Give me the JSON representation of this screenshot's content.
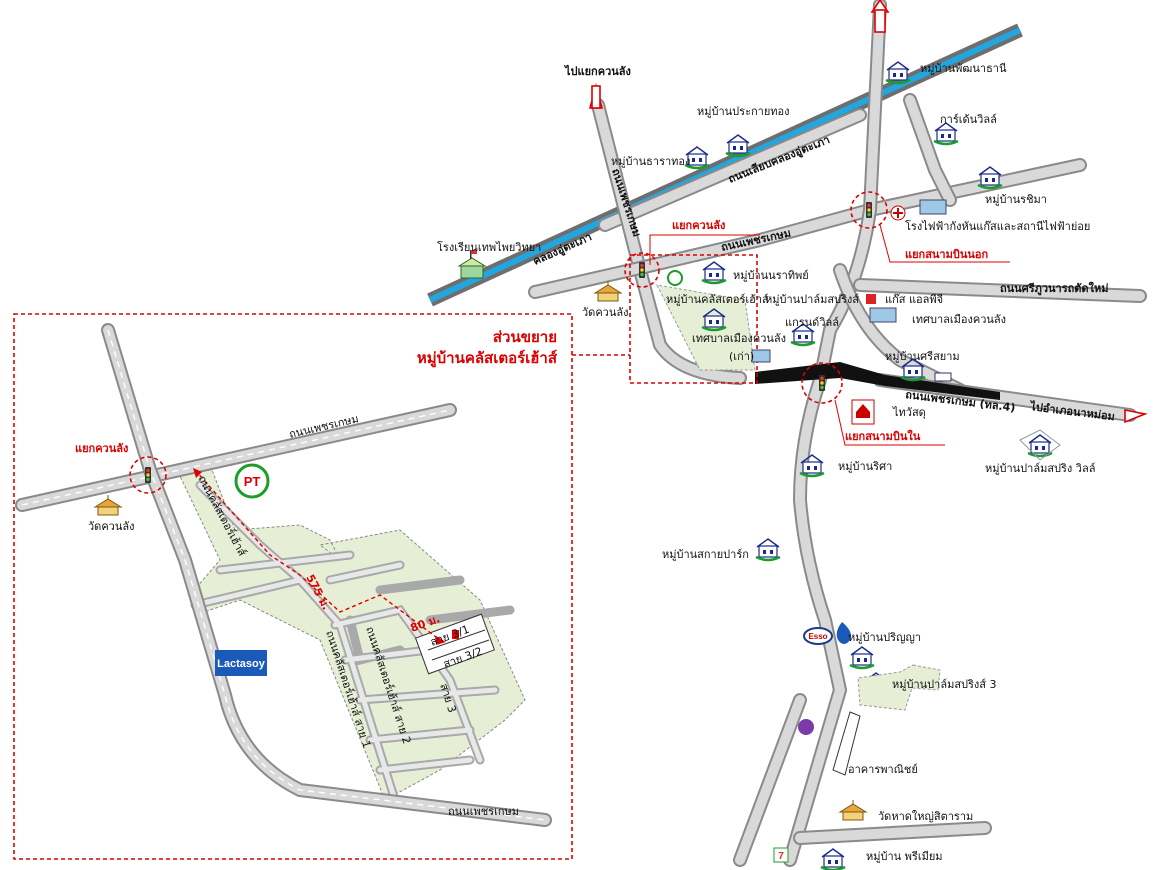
{
  "colors": {
    "road": "#d9d9d9",
    "road_edge": "#8a8a8a",
    "canal": "#22a6e0",
    "highlight": "#d00000",
    "estate": "#e6efd6",
    "expressway": "#000000"
  },
  "labels": {
    "to_kuanlang": "ไปแยกควนลัง",
    "to_hatyai_n": "",
    "village_phrakayathong": "หมู่บ้านประกายทอง",
    "village_tharathong": "หมู่บ้านธาราทอง",
    "canal_road": "ถนนเลียบคลองอู่ตะเภา",
    "canal": "คลองอู่ตะเภา",
    "phetkasem_main": "ถนนเพชรเกษม",
    "village_phatthana": "หมู่บ้านพัฒนาธานี",
    "village_gardenville": "การ์เด้นวิลล์",
    "village_rachima": "หมู่บ้านรชิมา",
    "school": "โรงเรียนเทพไพยวิทยา",
    "power_plant": "โรงไฟฟ้ากังหันแก๊สและสถานีไฟฟ้าย่อย",
    "kuanlang_junction": "แยกควนลัง",
    "airport_out_junction": "แยกสนามบินนอก",
    "village_narathip": "หมู่บ้านนราทิพย์",
    "village_cluster": "หมู่บ้านคลัสเตอร์เฮ้าส์",
    "temp_kuanlang": "วัดควนลัง",
    "village_palmspring": "หมู่บ้านปาล์มสปริงส์",
    "grandville": "แกรนด์วิลล์",
    "gas_station": "แก๊ส แอลพีจี",
    "municipality": "เทศบาลเมืองควนลัง",
    "municipality_old": "เทศบาลเมืองควนลัง",
    "old": "(เก่า)",
    "sriphuwanart_new": "ถนนศรีภูวนารถตัดใหม่",
    "village_srisayam": "หมู่บ้านศรีสยาม",
    "phetkasem_4": "ถนนเพชรเกษม (ทล.4)",
    "to_namom": "ไปอำเภอนาหม่อม",
    "thaiwatsadu": "ไทวัสดุ",
    "airport_in_junction": "แยกสนามบินใน",
    "village_risa": "หมู่บ้านริศา",
    "village_palmspring_ville": "หมู่บ้านปาล์มสปริง วิลล์",
    "village_sakaipark": "หมู่บ้านสกายปาร์ก",
    "village_parinya": "หมู่บ้านปริญญา",
    "village_palmspring3": "หมู่บ้านปาล์มสปริงส์ 3",
    "commercial": "อาคารพาณิชย์",
    "wat_hatyai": "วัดหาดใหญ่สิตาราม",
    "village_phimiam": "หมู่บ้าน พรีเมียม",
    "esso": "Esso",
    "thaiwatsadu_sign": "ไทวัสดุ",
    "zoom_title_1": "ส่วนขยาย",
    "zoom_title_2": "หมู่บ้านคลัสเตอร์เฮ้าส์",
    "zoom_junction": "แยกควนลัง",
    "zoom_phetkasem": "ถนนเพชรเกษม",
    "zoom_phetkasem_bottom": "ถนนเพชรเกษม",
    "zoom_wat": "วัดควนลัง",
    "zoom_cluster_road": "ถนนคลัสเตอร์เฮ้าส์",
    "zoom_dist_575": "575 ม.",
    "zoom_dist_80": "80 ม.",
    "zoom_soi1": "ถนนคลัสเตอร์เฮ้าส์ สาย 1",
    "zoom_soi2": "ถนนคลัสเตอร์เฮ้าส์ สาย 2",
    "zoom_soi3": "สาย 3",
    "zoom_soi31": "สาย 3/1",
    "zoom_soi32": "สาย 3/2",
    "lactasoy": "Lactasoy",
    "pt": "PT"
  }
}
